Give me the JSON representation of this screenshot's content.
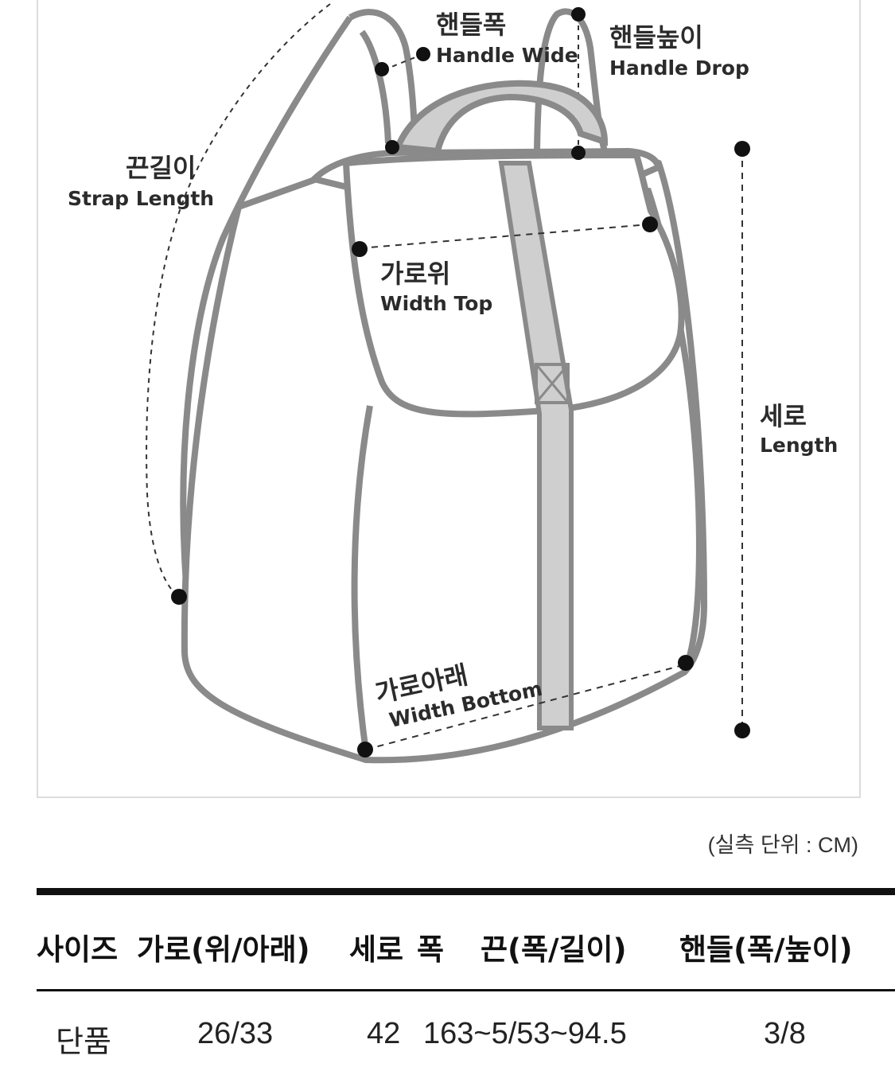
{
  "labels": {
    "handle_wide_ko": "핸들폭",
    "handle_wide_en": "Handle Wide",
    "handle_drop_ko": "핸들높이",
    "handle_drop_en": "Handle Drop",
    "strap_length_ko": "끈길이",
    "strap_length_en": "Strap Length",
    "width_top_ko": "가로위",
    "width_top_en": "Width Top",
    "length_ko": "세로",
    "length_en": "Length",
    "width_bottom_ko": "가로아래",
    "width_bottom_en": "Width Bottom"
  },
  "unit_note": "(실측 단위 : CM)",
  "table": {
    "headers": [
      "사이즈",
      "가로(위/아래)",
      "세로",
      "폭",
      "끈(폭/길이)",
      "핸들(폭/높이)"
    ],
    "rows": [
      {
        "size": "단품",
        "width": "26/33",
        "length": "42",
        "depth": "",
        "strap": "163~5/53~94.5",
        "handle": "3/8"
      }
    ]
  },
  "colors": {
    "outline": "#8a8a8a",
    "strap_fill": "#cfcfcf",
    "dot": "#111111",
    "rule": "#111111"
  }
}
